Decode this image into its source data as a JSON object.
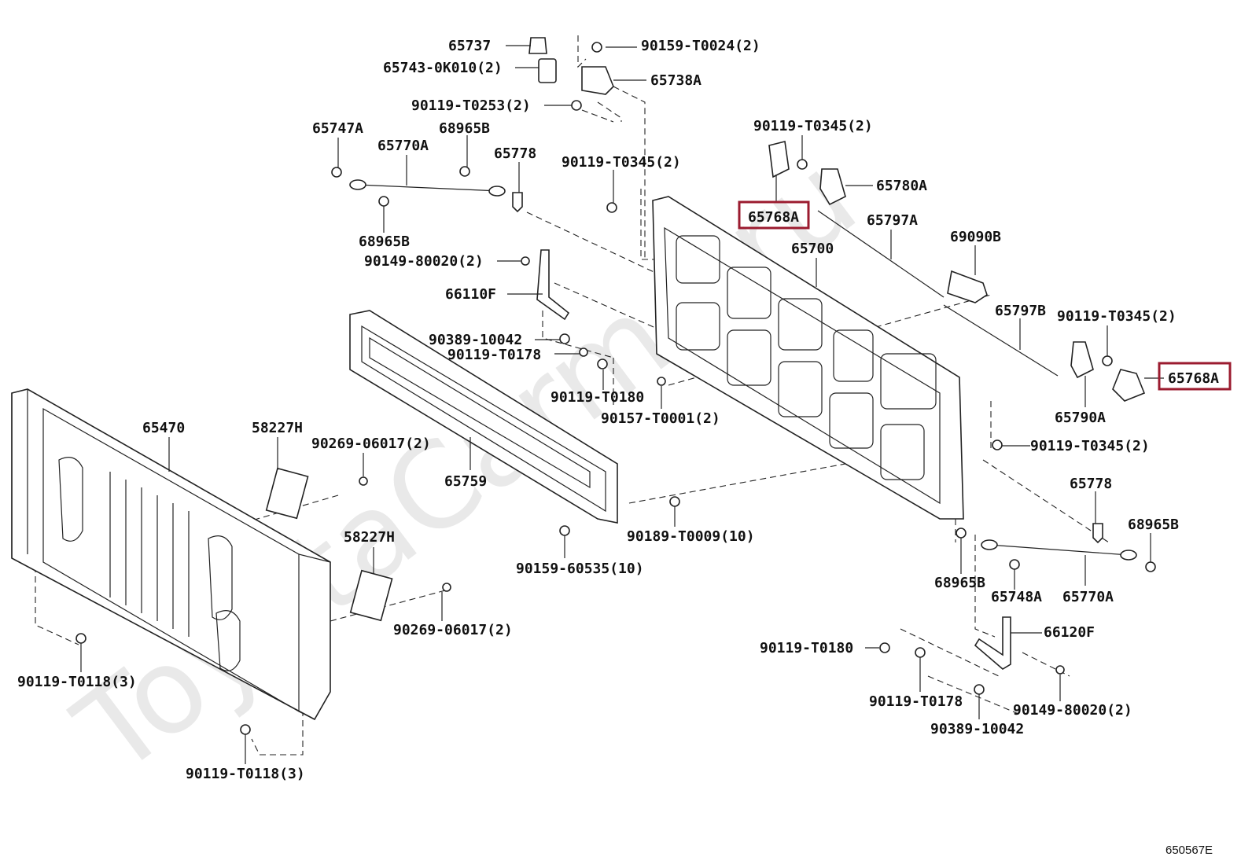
{
  "watermark": "ToyotaCarme.ru",
  "figure_id": "650567E",
  "labels": {
    "p65737": "65737",
    "p90159_T0024": "90159-T0024(2)",
    "p65743": "65743-0K010(2)",
    "p65738A": "65738A",
    "p90119_T0253": "90119-T0253(2)",
    "p65747A": "65747A",
    "p68965B_a": "68965B",
    "p65770A_a": "65770A",
    "p65778_a": "65778",
    "p90119_T0345_a": "90119-T0345(2)",
    "p68965B_b": "68965B",
    "p90149_a": "90149-80020(2)",
    "p66110F": "66110F",
    "p90389_a": "90389-10042",
    "p90119_T0178_a": "90119-T0178",
    "p90119_T0180_a": "90119-T0180",
    "p90157": "90157-T0001(2)",
    "p90119_T0345_b": "90119-T0345(2)",
    "p65768A_a": "65768A",
    "p65780A": "65780A",
    "p65797A": "65797A",
    "p65700": "65700",
    "p69090B": "69090B",
    "p65797B": "65797B",
    "p90119_T0345_c": "90119-T0345(2)",
    "p65768A_b": "65768A",
    "p65790A": "65790A",
    "p90119_T0345_d": "90119-T0345(2)",
    "p65470": "65470",
    "p58227H_a": "58227H",
    "p90269_a": "90269-06017(2)",
    "p65759": "65759",
    "p90189": "90189-T0009(10)",
    "p90159_60535": "90159-60535(10)",
    "p58227H_b": "58227H",
    "p90269_b": "90269-06017(2)",
    "p65778_b": "65778",
    "p68965B_c": "68965B",
    "p68965B_d": "68965B",
    "p65748A": "65748A",
    "p65770A_b": "65770A",
    "p66120F": "66120F",
    "p90119_T0180_b": "90119-T0180",
    "p90119_T0178_b": "90119-T0178",
    "p90149_b": "90149-80020(2)",
    "p90389_b": "90389-10042",
    "p90119_T0118_a": "90119-T0118(3)",
    "p90119_T0118_b": "90119-T0118(3)"
  }
}
